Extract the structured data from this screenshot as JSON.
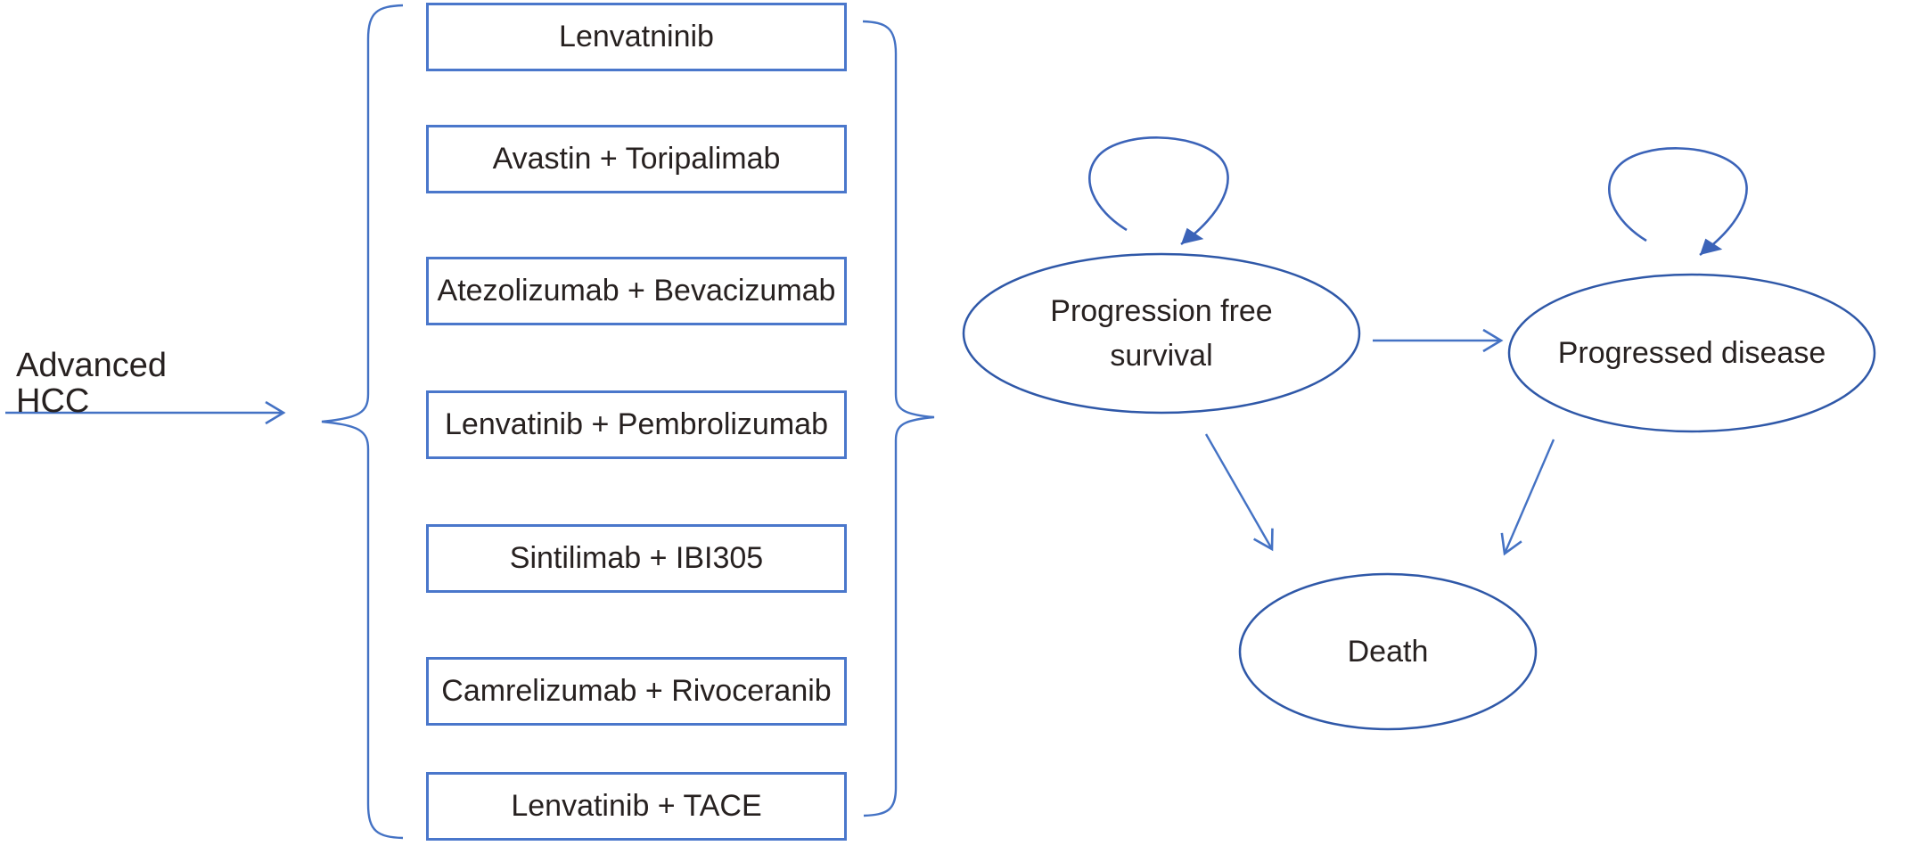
{
  "diagram": {
    "source_label": "Advanced HCC",
    "treatments": [
      "Lenvatninib",
      "Avastin + Toripalimab",
      "Atezolizumab + Bevacizumab",
      "Lenvatinib + Pembrolizumab",
      "Sintilimab + IBI305",
      "Camrelizumab + Rivoceranib",
      "Lenvatinib + TACE"
    ],
    "states": {
      "progression_free_survival": {
        "line1": "Progression free",
        "line2": "survival"
      },
      "progressed_disease": {
        "label": "Progressed disease"
      },
      "death": {
        "label": "Death"
      }
    },
    "transitions": [
      {
        "from": "advanced_hcc",
        "to": "treatment_options",
        "type": "arrow"
      },
      {
        "from": "progression_free_survival",
        "to": "progression_free_survival",
        "type": "self-loop"
      },
      {
        "from": "progressed_disease",
        "to": "progressed_disease",
        "type": "self-loop"
      },
      {
        "from": "progression_free_survival",
        "to": "progressed_disease",
        "type": "arrow"
      },
      {
        "from": "progression_free_survival",
        "to": "death",
        "type": "arrow"
      },
      {
        "from": "progressed_disease",
        "to": "death",
        "type": "arrow"
      }
    ],
    "colors": {
      "line_blue": "#4472C4",
      "box_border_blue": "#4A77CB",
      "ellipse_blue": "#2F58A8",
      "loop_blue": "#3B63B8",
      "text_dark": "#272120",
      "background": "#FFFFFF"
    }
  }
}
